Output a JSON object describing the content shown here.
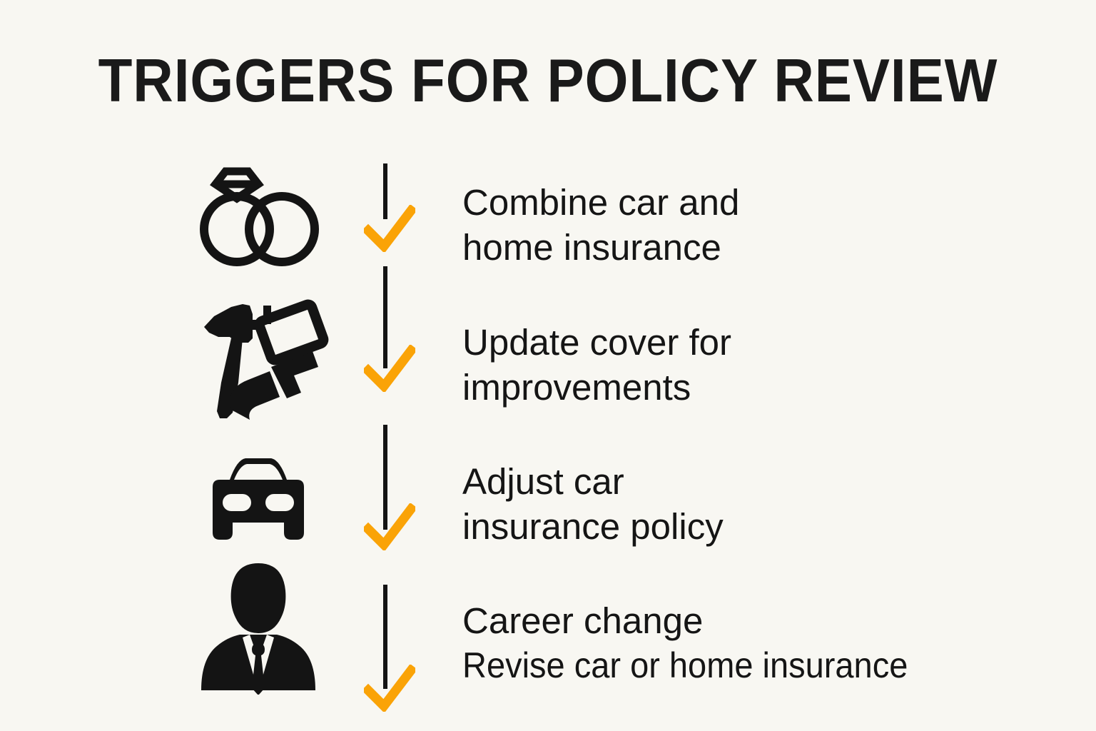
{
  "meta": {
    "heading": "TRIGGERS FOR POLICY REVIEW",
    "background_color": "#F8F7F2",
    "text_color": "#151515",
    "accent_color": "#FAA307",
    "rail_color": "#141414"
  },
  "timeline": {
    "marker_icon": "check-icon",
    "rail_style": "dashed-vertical",
    "marker_count": 4
  },
  "rows": [
    {
      "icon": "wedding-rings-icon",
      "icon_label": "wedding rings",
      "check": "check-icon",
      "line_a": "Combine car and",
      "line_b": "home insurance"
    },
    {
      "icon": "hammer-and-paint-roller-icon",
      "icon_label": "hammer and paint roller",
      "check": "check-icon",
      "line_a": "Update cover for",
      "line_b": "improvements"
    },
    {
      "icon": "car-front-icon",
      "icon_label": "car front view",
      "check": "check-icon",
      "line_a": "Adjust car",
      "line_b": "insurance policy"
    },
    {
      "icon": "businessperson-icon",
      "icon_label": "person in suit with tie",
      "check": "check-icon",
      "line_a": "Career change",
      "line_b": "Revise car or home insurance"
    }
  ]
}
